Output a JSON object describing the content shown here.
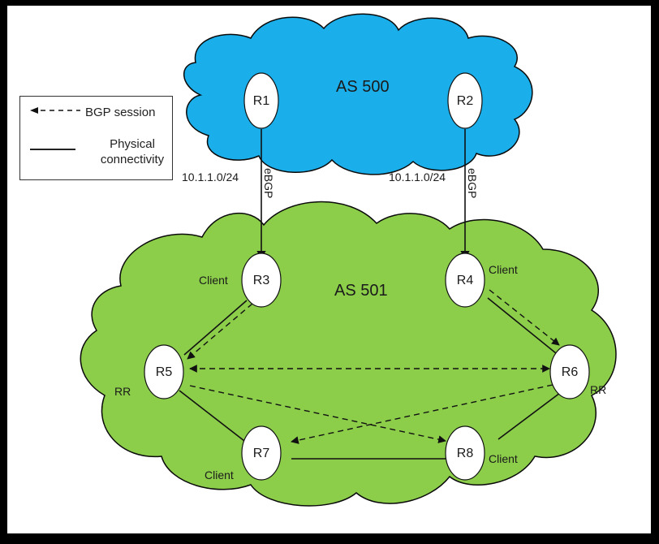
{
  "legend": {
    "bgp_session": "BGP session",
    "physical_line1": "Physical",
    "physical_line2": "connectivity"
  },
  "autonomous_systems": [
    {
      "name": "AS 500",
      "color": "#1aaeea"
    },
    {
      "name": "AS 501",
      "color": "#8cce4a"
    }
  ],
  "routers": [
    {
      "id": "R1",
      "role": ""
    },
    {
      "id": "R2",
      "role": ""
    },
    {
      "id": "R3",
      "role": "Client"
    },
    {
      "id": "R4",
      "role": "Client"
    },
    {
      "id": "R5",
      "role": "RR"
    },
    {
      "id": "R6",
      "role": "RR"
    },
    {
      "id": "R7",
      "role": "Client"
    },
    {
      "id": "R8",
      "role": "Client"
    }
  ],
  "links": {
    "r1_r3_subnet": "10.1.1.0/24",
    "r1_r3_type": "eBGP",
    "r2_r4_subnet": "10.1.1.0/24",
    "r2_r4_type": "eBGP"
  },
  "physical_links": [
    [
      "R1",
      "R3"
    ],
    [
      "R2",
      "R4"
    ],
    [
      "R3",
      "R5"
    ],
    [
      "R4",
      "R6"
    ],
    [
      "R5",
      "R7"
    ],
    [
      "R6",
      "R8"
    ],
    [
      "R7",
      "R8"
    ]
  ],
  "bgp_sessions": [
    [
      "R1",
      "R3"
    ],
    [
      "R2",
      "R4"
    ],
    [
      "R3",
      "R5"
    ],
    [
      "R4",
      "R6"
    ],
    [
      "R5",
      "R6"
    ],
    [
      "R5",
      "R8"
    ],
    [
      "R6",
      "R7"
    ]
  ]
}
